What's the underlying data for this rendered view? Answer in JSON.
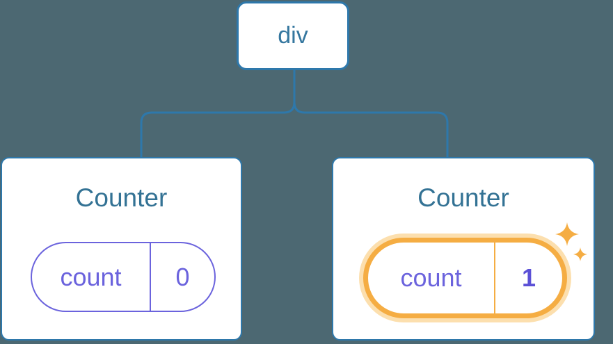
{
  "diagram": {
    "root": {
      "label": "div"
    },
    "children": [
      {
        "title": "Counter",
        "state": {
          "key": "count",
          "value": "0"
        },
        "highlighted": false
      },
      {
        "title": "Counter",
        "state": {
          "key": "count",
          "value": "1"
        },
        "highlighted": true
      }
    ]
  },
  "icons": {
    "sparkles": "four-point-sparkle-stars"
  },
  "colors": {
    "background": "#4c6872",
    "node_border_blue": "#2e78ab",
    "node_text_blue": "#35779f",
    "title_blue": "#337294",
    "state_purple": "#6b63dd",
    "value_bold_purple": "#5b50d6",
    "highlight_orange": "#f5ad43",
    "highlight_glow": "#fcdfae",
    "card_background": "#ffffff"
  }
}
